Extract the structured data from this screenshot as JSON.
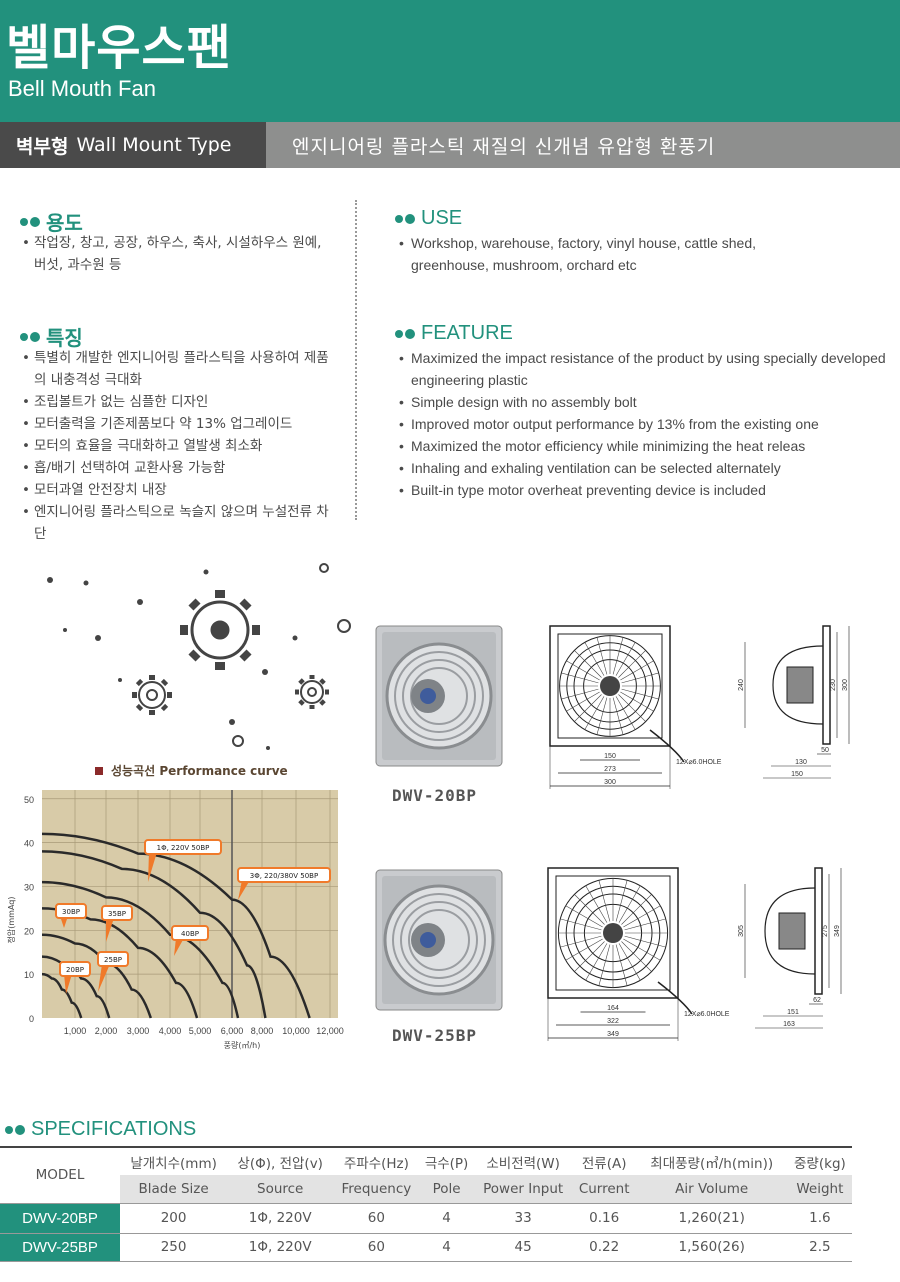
{
  "header": {
    "title_ko": "벨마우스팬",
    "title_en": "Bell Mouth Fan"
  },
  "subbar": {
    "type_ko": "벽부형",
    "type_en": "Wall Mount Type",
    "tagline": "엔지니어링 플라스틱 재질의 신개념 유압형 환풍기"
  },
  "use_ko": {
    "heading": "용도",
    "items": [
      "작업장, 창고, 공장, 하우스, 축사, 시설하우스 원예, 버섯, 과수원 등"
    ]
  },
  "use_en": {
    "heading": "USE",
    "items": [
      "Workshop, warehouse, factory, vinyl house, cattle shed, greenhouse, mushroom, orchard etc"
    ]
  },
  "feature_ko": {
    "heading": "특징",
    "items": [
      "특별히 개발한 엔지니어링 플라스틱을 사용하여 제품의 내충격성 극대화",
      "조립볼트가 없는 심플한 디자인",
      "모터출력을 기존제품보다 약 13% 업그레이드",
      "모터의 효율을 극대화하고 열발생 최소화",
      "흡/배기 선택하여 교환사용 가능함",
      "모터과열 안전장치 내장",
      "엔지니어링 플라스틱으로 녹슬지 않으며 누설전류 차단"
    ]
  },
  "feature_en": {
    "heading": "FEATURE",
    "items": [
      "Maximized the impact resistance of the product by using specially developed engineering plastic",
      "Simple design with no assembly bolt",
      "Improved motor output performance by 13% from the existing one",
      "Maximized the motor efficiency while minimizing the heat releas",
      "Inhaling and exhaling ventilation can be selected alternately",
      "Built-in type motor overheat preventing device is included"
    ]
  },
  "chart_data": {
    "type": "line",
    "title": "성능곡선 Performance curve",
    "xlabel": "풍량(㎥/h)",
    "ylabel": "정압(mmAq)",
    "xlim": [
      0,
      12500
    ],
    "ylim": [
      0,
      52
    ],
    "x_ticks": [
      "1,000",
      "2,000",
      "3,000",
      "4,000",
      "5,000",
      "6,000",
      "8,000",
      "10,000",
      "12,000"
    ],
    "y_ticks": [
      "0",
      "10",
      "20",
      "30",
      "40",
      "50"
    ],
    "annotations": [
      "1Φ, 220V 50BP",
      "3Φ, 220/380V 50BP",
      "30BP",
      "35BP",
      "40BP",
      "25BP",
      "20BP"
    ],
    "series": [
      {
        "name": "20BP",
        "values": [
          [
            0,
            10
          ],
          [
            300,
            9
          ],
          [
            600,
            6.5
          ],
          [
            900,
            3.5
          ],
          [
            1200,
            0
          ]
        ]
      },
      {
        "name": "25BP",
        "values": [
          [
            0,
            14
          ],
          [
            600,
            12.5
          ],
          [
            1200,
            9
          ],
          [
            1700,
            5
          ],
          [
            2100,
            0
          ]
        ]
      },
      {
        "name": "30BP",
        "values": [
          [
            0,
            19
          ],
          [
            1000,
            17
          ],
          [
            2000,
            12.5
          ],
          [
            2800,
            6.5
          ],
          [
            3400,
            0
          ]
        ]
      },
      {
        "name": "35BP",
        "values": [
          [
            0,
            25
          ],
          [
            1500,
            22.5
          ],
          [
            3000,
            16
          ],
          [
            4200,
            8
          ],
          [
            4900,
            0
          ]
        ]
      },
      {
        "name": "40BP",
        "values": [
          [
            0,
            31
          ],
          [
            2000,
            27.5
          ],
          [
            4000,
            19
          ],
          [
            5700,
            8
          ],
          [
            6400,
            0
          ]
        ]
      },
      {
        "name": "1Φ, 220V 50BP",
        "values": [
          [
            0,
            38
          ],
          [
            2500,
            34
          ],
          [
            5000,
            24
          ],
          [
            7000,
            12
          ],
          [
            8200,
            0
          ]
        ]
      },
      {
        "name": "3Φ, 220/380V 50BP",
        "values": [
          [
            0,
            42
          ],
          [
            3000,
            37.5
          ],
          [
            6000,
            27
          ],
          [
            8500,
            14
          ],
          [
            10800,
            0
          ]
        ]
      }
    ]
  },
  "products": [
    {
      "name": "DWV-20BP",
      "front_dims": [
        "150",
        "273",
        "300"
      ],
      "side_dims": [
        "240",
        "230",
        "300",
        "50",
        "130",
        "150"
      ],
      "hole": "12X⌀6.0HOLE"
    },
    {
      "name": "DWV-25BP",
      "front_dims": [
        "164",
        "322",
        "349"
      ],
      "side_dims": [
        "305",
        "275",
        "349",
        "62",
        "151",
        "163"
      ],
      "hole": "12X⌀6.0HOLE"
    }
  ],
  "specs": {
    "heading": "SPECIFICATIONS",
    "model_label": "MODEL",
    "headers_ko": [
      "날개치수(mm)",
      "상(Φ), 전압(v)",
      "주파수(Hz)",
      "극수(P)",
      "소비전력(W)",
      "전류(A)",
      "최대풍량(㎥/h(min))",
      "중량(kg)"
    ],
    "headers_en": [
      "Blade Size",
      "Source",
      "Frequency",
      "Pole",
      "Power Input",
      "Current",
      "Air Volume",
      "Weight"
    ],
    "rows": [
      [
        "DWV-20BP",
        "200",
        "1Φ, 220V",
        "60",
        "4",
        "33",
        "0.16",
        "1,260(21)",
        "1.6"
      ],
      [
        "DWV-25BP",
        "250",
        "1Φ, 220V",
        "60",
        "4",
        "45",
        "0.22",
        "1,560(26)",
        "2.5"
      ]
    ]
  },
  "colors": {
    "brand": "#22917d",
    "dark_bar": "#4a4a4a",
    "gray_bar": "#8e8f8e",
    "chart_bg": "#d8cba8",
    "curve": "#2a2a2a",
    "callout": "#f07a2a"
  }
}
